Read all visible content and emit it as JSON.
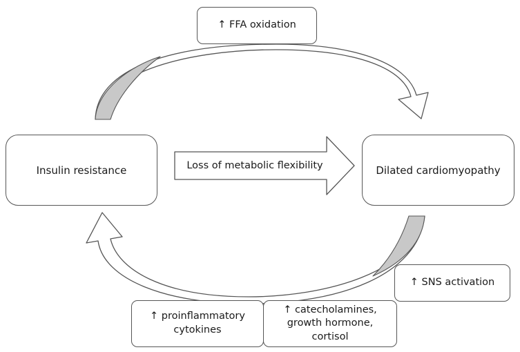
{
  "diagram": {
    "boxes": {
      "insulin_resistance": "Insulin resistance",
      "dilated_cardiomyopathy": "Dilated cardiomyopathy",
      "ffa_oxidation": "↑ FFA oxidation",
      "sns_activation": "↑ SNS activation",
      "proinflammatory": [
        "↑ proinflammatory",
        "cytokines"
      ],
      "catecholamines": [
        "↑ catecholamines,",
        "growth hormone,",
        "cortisol"
      ]
    },
    "arrow_label": "Loss of metabolic flexibility",
    "colors": {
      "outline": "#555555",
      "arrow_shading": "#c8c8c8",
      "background": "#ffffff"
    }
  }
}
